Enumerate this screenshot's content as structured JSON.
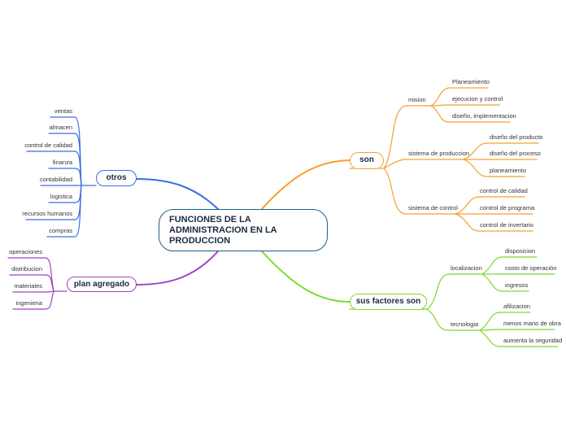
{
  "central": "FUNCIONES DE LA ADMINISTRACION EN LA PRODUCCION",
  "son": {
    "label": "son",
    "mision": {
      "label": "mision",
      "items": [
        "Planeamiento",
        "ejecucion y control",
        "diseño, implementacion"
      ]
    },
    "sistema_produccion": {
      "label": "sistema de produccion",
      "items": [
        "diseño del producto",
        "diseño del proceso",
        "planeamiento"
      ]
    },
    "sistema_control": {
      "label": "sistema de control",
      "items": [
        "control de calidad",
        "control de programa",
        "control de invertario"
      ]
    }
  },
  "factores": {
    "label": "sus factores son",
    "localizacion": {
      "label": "localizacion",
      "items": [
        "disposicion",
        "costo de operación",
        "ingresos"
      ]
    },
    "tecnologia": {
      "label": "tecnologia",
      "items": [
        "afilizacion",
        "menos mano de obra",
        "aumenta la seguridad"
      ]
    }
  },
  "otros": {
    "label": "otros",
    "items": [
      "ventas",
      "almacen",
      "control de calidad",
      "finanza",
      "contabilidad",
      "logistica",
      "recursos humanos",
      "compras"
    ]
  },
  "plan": {
    "label": "plan agregado",
    "items": [
      "operaciones",
      "distribucion",
      "materiales",
      "ingenieria"
    ]
  },
  "colors": {
    "central": "#1f5c8a",
    "son": "#f5a030",
    "factores": "#7fd830",
    "otros": "#3a6fe0",
    "plan": "#a040c8"
  }
}
